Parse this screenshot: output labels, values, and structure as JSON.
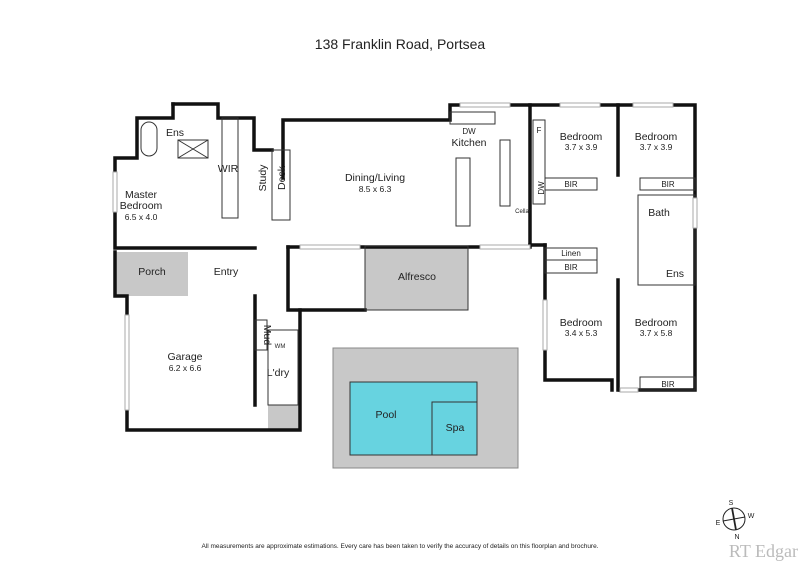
{
  "title": "138 Franklin Road, Portsea",
  "rooms": {
    "ens_master": "Ens",
    "wir": "WIR",
    "master_bedroom": {
      "name_line1": "Master",
      "name_line2": "Bedroom",
      "dims": "6.5 x 4.0"
    },
    "study": "Study",
    "desk": "Desk",
    "dining_living": {
      "name": "Dining/Living",
      "dims": "8.5 x 6.3"
    },
    "kitchen": {
      "dw": "DW",
      "name": "Kitchen"
    },
    "cellar": "Cellar",
    "kitchen_dw2": "DW",
    "fridge": "F",
    "bedroom_2": {
      "name": "Bedroom",
      "dims": "3.7 x 3.9",
      "bir": "BIR"
    },
    "bedroom_3": {
      "name": "Bedroom",
      "dims": "3.7 x 3.9",
      "bir": "BIR"
    },
    "bath": "Bath",
    "linen": "Linen",
    "bir_lower": "BIR",
    "ens_lower": "Ens",
    "bedroom_4": {
      "name": "Bedroom",
      "dims": "3.4 x 5.3"
    },
    "bedroom_5": {
      "name": "Bedroom",
      "dims": "3.7 x 5.8",
      "bir": "BIR"
    },
    "porch": "Porch",
    "entry": "Entry",
    "alfresco": "Alfresco",
    "garage": {
      "name": "Garage",
      "dims": "6.2 x 6.6"
    },
    "mud": "Mud",
    "wm": "WM",
    "laundry": "L'dry",
    "pool": "Pool",
    "spa": "Spa"
  },
  "compass": {
    "n": "N",
    "s": "S",
    "e": "E",
    "w": "W"
  },
  "disclaimer": "All measurements are approximate estimations. Every care has been taken to verify the accuracy of details on this floorplan and brochure.",
  "logo": "RT Edgar",
  "colors": {
    "pool": "#67d3e0",
    "paved": "#c8c8c8",
    "wall": "#111111"
  }
}
